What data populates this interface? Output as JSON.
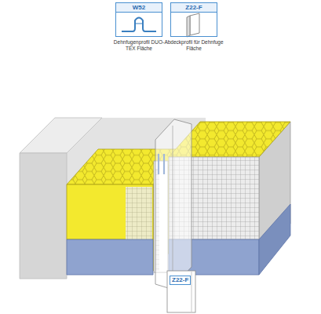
{
  "diagram": {
    "nodes": [
      {
        "text": [
          "W52",
          "Dehnfugenprofil DUO-TEX Fläche"
        ]
      },
      {
        "text": [
          "Z22-F",
          "Abdeckprofil für Dehnfuge Fläche"
        ]
      }
    ],
    "labels": [
      "Z22-F"
    ]
  }
}
